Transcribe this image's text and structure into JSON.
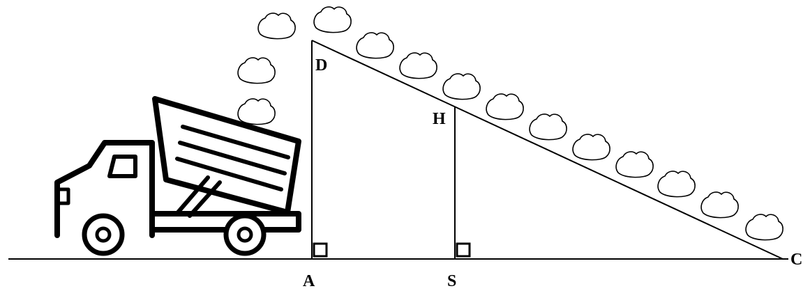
{
  "figure": {
    "points": {
      "A": "A",
      "S": "S",
      "C": "C",
      "D": "D",
      "H": "H"
    },
    "colors": {
      "line": "#000000",
      "background": "#ffffff"
    },
    "icons": [
      "dump-truck-icon",
      "rock-icon"
    ]
  }
}
